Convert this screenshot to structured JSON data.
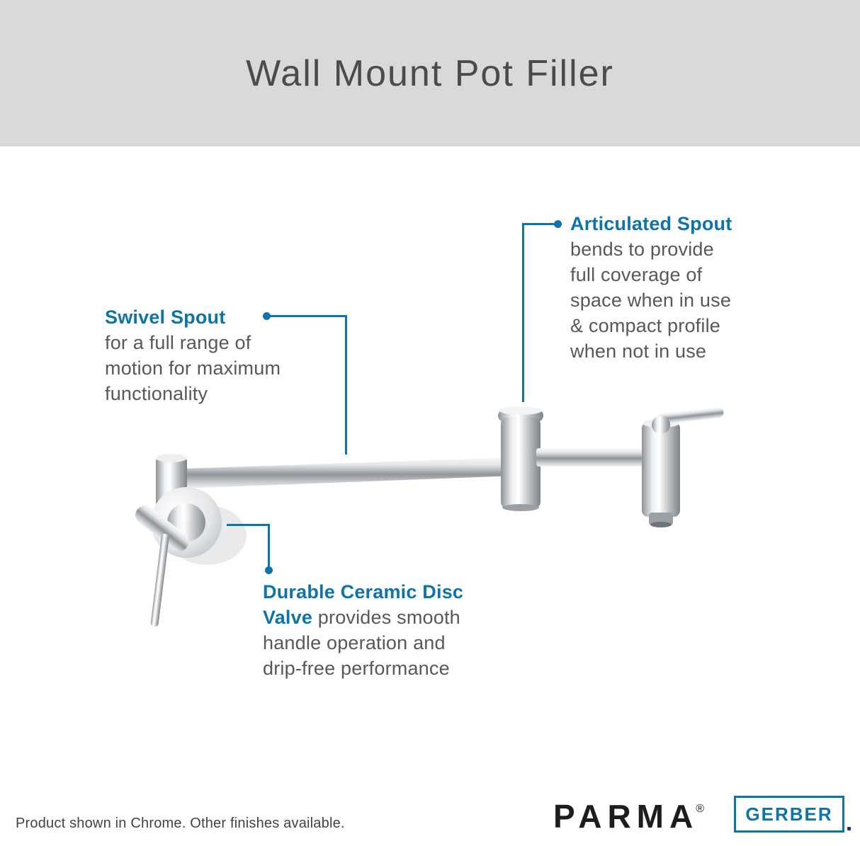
{
  "banner": {
    "title": "Wall Mount Pot Filler"
  },
  "callouts": {
    "articulated_spout": {
      "heading": "Articulated Spout",
      "lines": [
        "bends to provide",
        "full coverage of",
        "space when in use",
        "& compact profile",
        "when not in use"
      ]
    },
    "swivel_spout": {
      "heading": "Swivel Spout",
      "lines": [
        "for a full range of",
        "motion for maximum",
        "functionality"
      ]
    },
    "ceramic_disc_valve": {
      "heading_line1": "Durable Ceramic Disc",
      "heading_line2": "Valve",
      "line2_rest": "provides smooth",
      "lines": [
        "handle operation and",
        "drip-free performance"
      ]
    }
  },
  "footer": {
    "finish_note": "Product shown in Chrome. Other finishes available.",
    "brand": "PARMA",
    "brand_registered": "®",
    "logo": "GERBER"
  },
  "colors": {
    "accent_blue": "#0E74A8",
    "banner_gray": "#D9D9D9",
    "title_gray": "#4B4B4D",
    "body_gray": "#57585A"
  }
}
